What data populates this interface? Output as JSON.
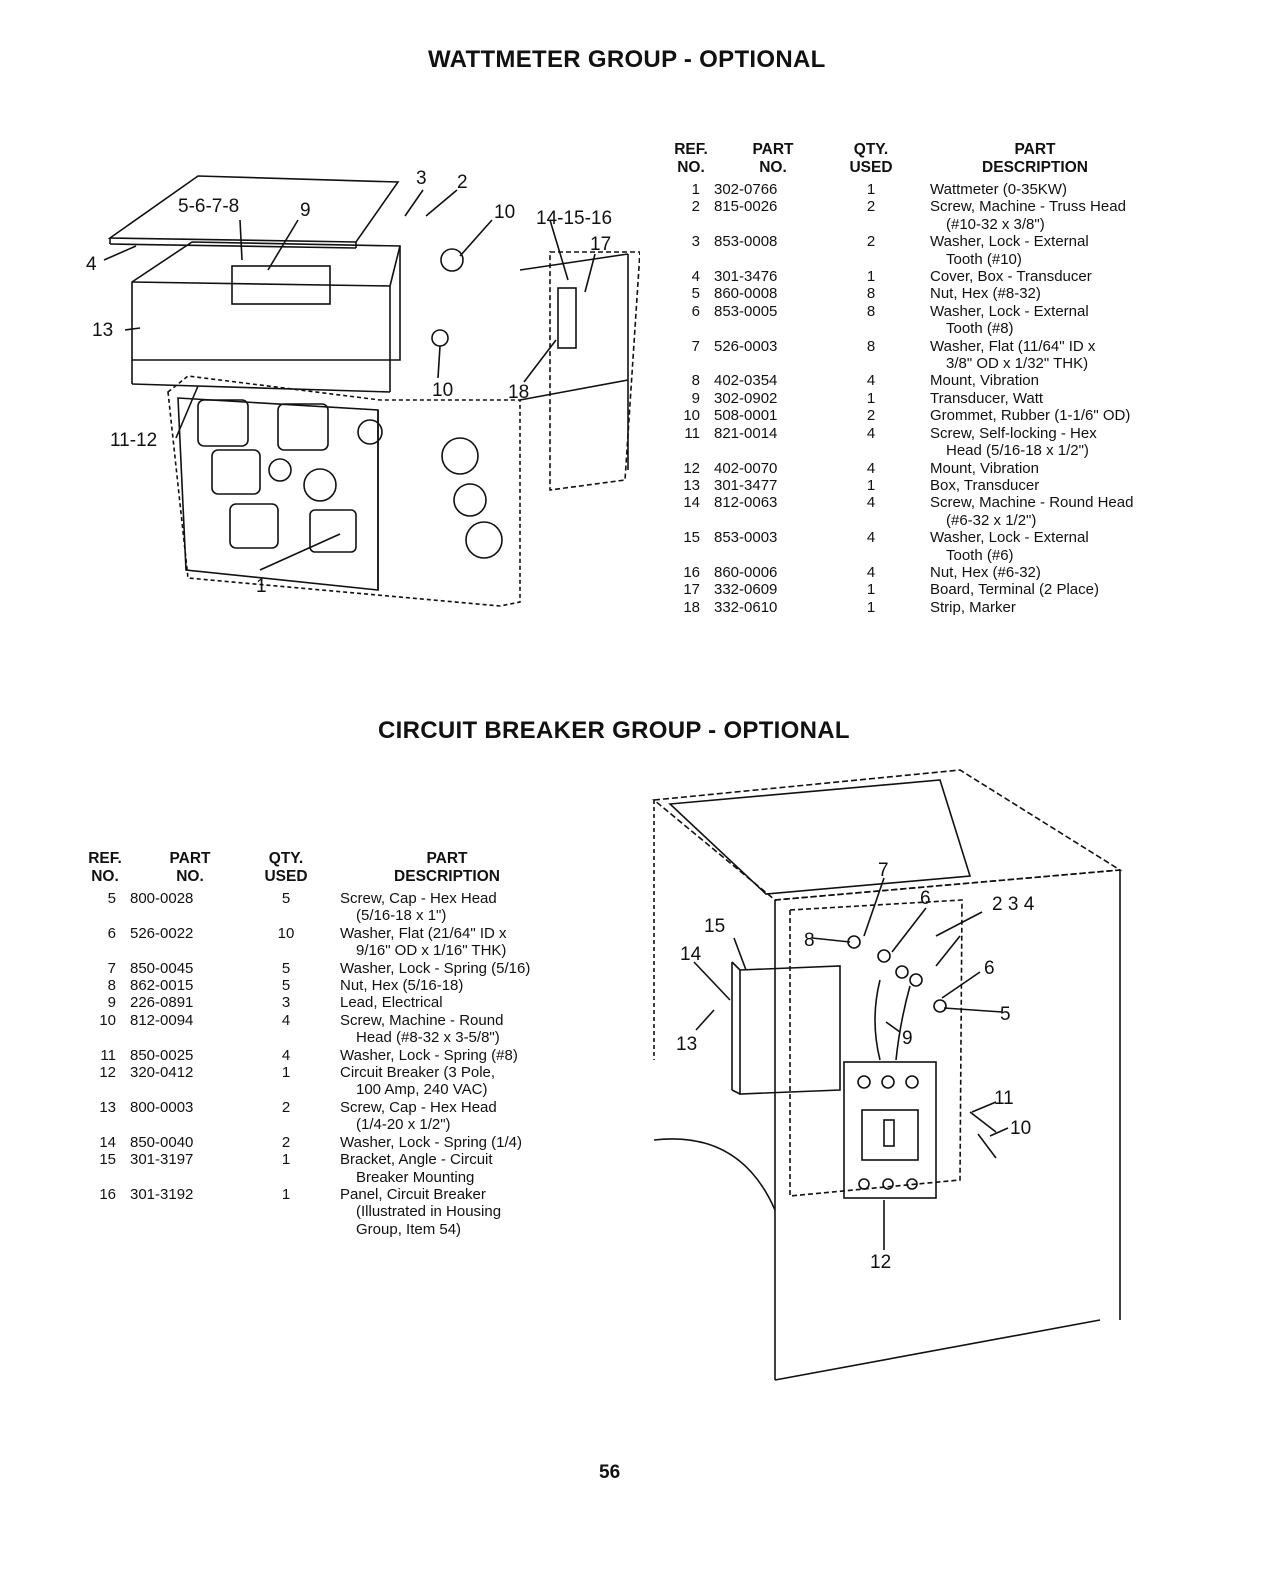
{
  "wattmeter": {
    "title": "WATTMETER GROUP - OPTIONAL",
    "headers": {
      "ref": "REF.\nNO.",
      "part": "PART\nNO.",
      "qty": "QTY.\nUSED",
      "desc": "PART\nDESCRIPTION"
    },
    "rows": [
      {
        "ref": "1",
        "part": "302-0766",
        "qty": "1",
        "desc": [
          "Wattmeter (0-35KW)"
        ]
      },
      {
        "ref": "2",
        "part": "815-0026",
        "qty": "2",
        "desc": [
          "Screw, Machine - Truss Head",
          "(#10-32 x 3/8\")"
        ]
      },
      {
        "ref": "3",
        "part": "853-0008",
        "qty": "2",
        "desc": [
          "Washer, Lock - External",
          "Tooth (#10)"
        ]
      },
      {
        "ref": "4",
        "part": "301-3476",
        "qty": "1",
        "desc": [
          "Cover, Box - Transducer"
        ]
      },
      {
        "ref": "5",
        "part": "860-0008",
        "qty": "8",
        "desc": [
          "Nut, Hex (#8-32)"
        ]
      },
      {
        "ref": "6",
        "part": "853-0005",
        "qty": "8",
        "desc": [
          "Washer, Lock - External",
          "Tooth (#8)"
        ]
      },
      {
        "ref": "7",
        "part": "526-0003",
        "qty": "8",
        "desc": [
          "Washer, Flat (11/64\" ID x",
          "3/8\" OD x 1/32\" THK)"
        ]
      },
      {
        "ref": "8",
        "part": "402-0354",
        "qty": "4",
        "desc": [
          "Mount, Vibration"
        ]
      },
      {
        "ref": "9",
        "part": "302-0902",
        "qty": "1",
        "desc": [
          "Transducer, Watt"
        ]
      },
      {
        "ref": "10",
        "part": "508-0001",
        "qty": "2",
        "desc": [
          "Grommet, Rubber (1-1/6\" OD)"
        ]
      },
      {
        "ref": "11",
        "part": "821-0014",
        "qty": "4",
        "desc": [
          "Screw, Self-locking - Hex",
          "Head (5/16-18 x 1/2\")"
        ]
      },
      {
        "ref": "12",
        "part": "402-0070",
        "qty": "4",
        "desc": [
          "Mount, Vibration"
        ]
      },
      {
        "ref": "13",
        "part": "301-3477",
        "qty": "1",
        "desc": [
          "Box, Transducer"
        ]
      },
      {
        "ref": "14",
        "part": "812-0063",
        "qty": "4",
        "desc": [
          "Screw, Machine - Round Head",
          "(#6-32 x 1/2\")"
        ]
      },
      {
        "ref": "15",
        "part": "853-0003",
        "qty": "4",
        "desc": [
          "Washer, Lock - External",
          "Tooth (#6)"
        ]
      },
      {
        "ref": "16",
        "part": "860-0006",
        "qty": "4",
        "desc": [
          "Nut, Hex (#6-32)"
        ]
      },
      {
        "ref": "17",
        "part": "332-0609",
        "qty": "1",
        "desc": [
          "Board, Terminal (2 Place)"
        ]
      },
      {
        "ref": "18",
        "part": "332-0610",
        "qty": "1",
        "desc": [
          "Strip, Marker"
        ]
      }
    ],
    "callouts": [
      "3",
      "2",
      "5-6-7-8",
      "9",
      "10",
      "14-15-16",
      "17",
      "4",
      "13",
      "10",
      "18",
      "11-12",
      "1"
    ]
  },
  "circuit_breaker": {
    "title": "CIRCUIT BREAKER GROUP - OPTIONAL",
    "headers": {
      "ref": "REF.\nNO.",
      "part": "PART\nNO.",
      "qty": "QTY.\nUSED",
      "desc": "PART\nDESCRIPTION"
    },
    "rows": [
      {
        "ref": "5",
        "part": "800-0028",
        "qty": "5",
        "desc": [
          "Screw, Cap - Hex Head",
          "(5/16-18 x 1\")"
        ]
      },
      {
        "ref": "6",
        "part": "526-0022",
        "qty": "10",
        "desc": [
          "Washer, Flat (21/64\" ID x",
          "9/16\" OD x 1/16\" THK)"
        ]
      },
      {
        "ref": "7",
        "part": "850-0045",
        "qty": "5",
        "desc": [
          "Washer, Lock - Spring (5/16)"
        ]
      },
      {
        "ref": "8",
        "part": "862-0015",
        "qty": "5",
        "desc": [
          "Nut, Hex (5/16-18)"
        ]
      },
      {
        "ref": "9",
        "part": "226-0891",
        "qty": "3",
        "desc": [
          "Lead, Electrical"
        ]
      },
      {
        "ref": "10",
        "part": "812-0094",
        "qty": "4",
        "desc": [
          "Screw, Machine - Round",
          "Head (#8-32 x 3-5/8\")"
        ]
      },
      {
        "ref": "11",
        "part": "850-0025",
        "qty": "4",
        "desc": [
          "Washer, Lock - Spring (#8)"
        ]
      },
      {
        "ref": "12",
        "part": "320-0412",
        "qty": "1",
        "desc": [
          "Circuit Breaker (3 Pole,",
          "100 Amp, 240 VAC)"
        ]
      },
      {
        "ref": "13",
        "part": "800-0003",
        "qty": "2",
        "desc": [
          "Screw, Cap - Hex Head",
          "(1/4-20 x 1/2\")"
        ]
      },
      {
        "ref": "14",
        "part": "850-0040",
        "qty": "2",
        "desc": [
          "Washer, Lock - Spring (1/4)"
        ]
      },
      {
        "ref": "15",
        "part": "301-3197",
        "qty": "1",
        "desc": [
          "Bracket, Angle - Circuit",
          "Breaker Mounting"
        ]
      },
      {
        "ref": "16",
        "part": "301-3192",
        "qty": "1",
        "desc": [
          "Panel, Circuit Breaker",
          "(Illustrated in Housing",
          "Group, Item 54)"
        ]
      }
    ],
    "callouts": [
      "7",
      "6",
      "2 3 4",
      "15",
      "8",
      "6",
      "14",
      "5",
      "9",
      "13",
      "11",
      "10",
      "12"
    ]
  },
  "page_number": "56"
}
